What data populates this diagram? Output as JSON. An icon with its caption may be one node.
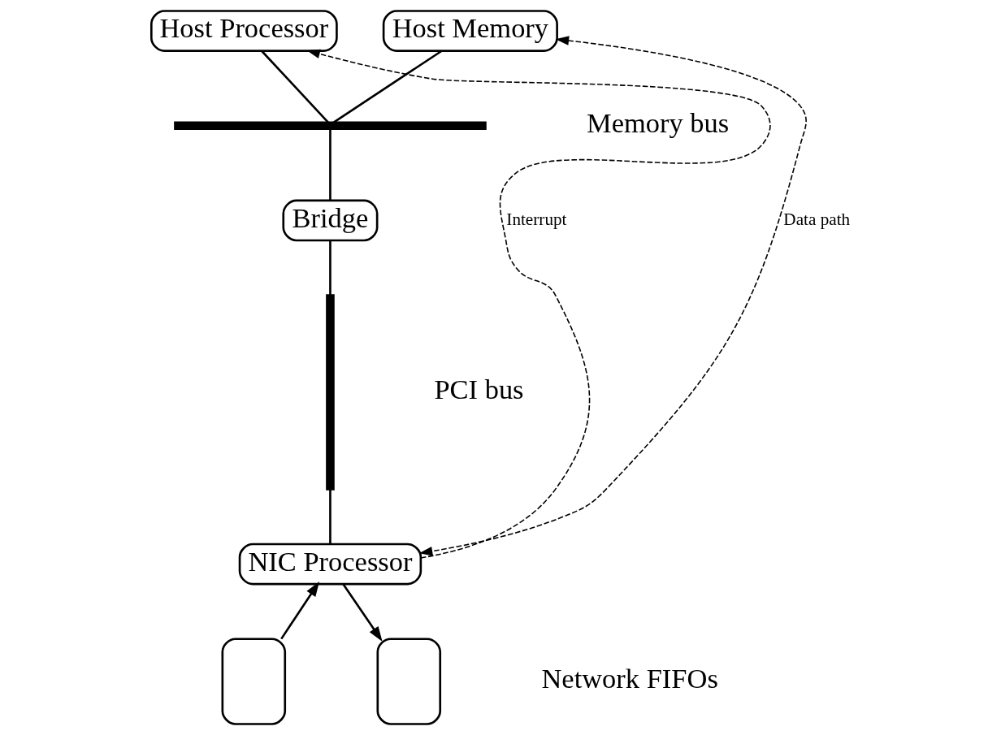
{
  "diagram": {
    "nodes": [
      {
        "text": [
          "Host Processor"
        ]
      },
      {
        "text": [
          "Host Memory"
        ]
      },
      {
        "text": [],
        "shape": "bar",
        "beside": [
          "Memory bus"
        ]
      },
      {
        "text": [
          "Bridge"
        ]
      },
      {
        "text": [],
        "shape": "bar",
        "beside": [
          "PCI bus"
        ]
      },
      {
        "text": [
          "NIC Processor"
        ]
      },
      {
        "text": [],
        "shape": "box"
      },
      {
        "text": [],
        "shape": "box"
      }
    ],
    "edges": [
      {
        "from": 0,
        "to": 2,
        "arrow": "none"
      },
      {
        "from": 1,
        "to": 2,
        "arrow": "none"
      },
      {
        "from": 2,
        "to": 3,
        "arrow": "none"
      },
      {
        "from": 3,
        "to": 4,
        "arrow": "none"
      },
      {
        "from": 4,
        "to": 5,
        "arrow": "none"
      },
      {
        "from": 5,
        "to": 0,
        "arrow": "to",
        "style": "dashed",
        "label": "Interrupt"
      },
      {
        "from": 1,
        "to": 5,
        "arrow": "both",
        "style": "dashed",
        "label": "Data path"
      },
      {
        "from": 6,
        "to": 5,
        "arrow": "to"
      },
      {
        "from": 5,
        "to": 7,
        "arrow": "to"
      }
    ],
    "labels": [
      "Network FIFOs"
    ]
  }
}
